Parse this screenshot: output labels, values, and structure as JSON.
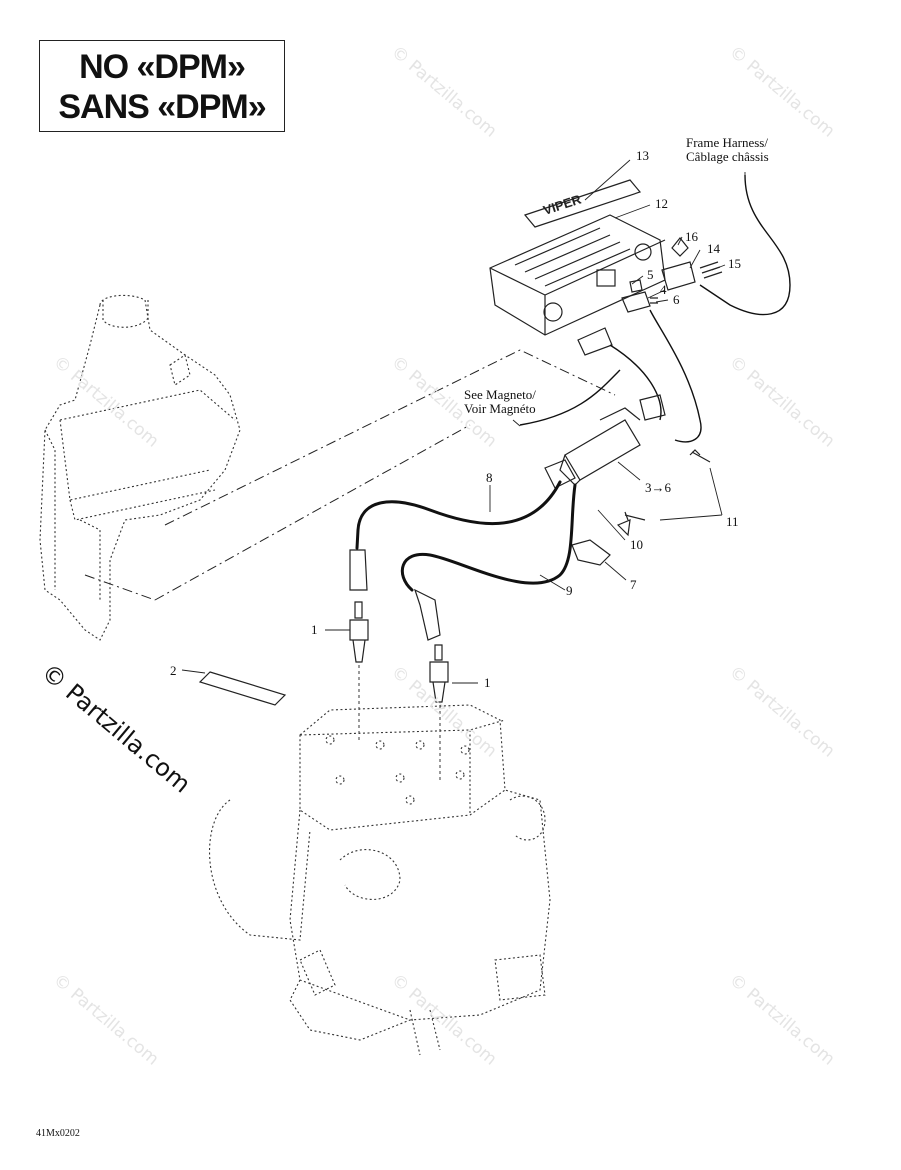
{
  "title": {
    "line1": "NO «DPM»",
    "line2": "SANS «DPM»"
  },
  "notes": {
    "frame_harness": {
      "line1": "Frame Harness/",
      "line2": "Câblage châssis"
    },
    "magneto": {
      "line1": "See Magneto/",
      "line2": "Voir Magnéto"
    }
  },
  "callouts": {
    "c1a": "1",
    "c1b": "1",
    "c2": "2",
    "c3to6": "3→6",
    "c4": "4",
    "c5": "5",
    "c6": "6",
    "c7": "7",
    "c8": "8",
    "c9": "9",
    "c10": "10",
    "c11": "11",
    "c12": "12",
    "c13": "13",
    "c14": "14",
    "c15": "15",
    "c16": "16"
  },
  "decal_text": "VIPER",
  "watermark": {
    "main": "© Partzilla.com",
    "repeat": "© Partzilla.com"
  },
  "diagram_code": "41Mx0202"
}
